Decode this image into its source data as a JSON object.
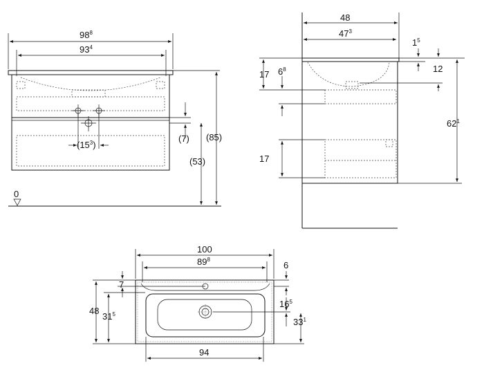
{
  "front": {
    "width_outer": {
      "main": "98",
      "sup": "8"
    },
    "width_inner": {
      "main": "93",
      "sup": "4"
    },
    "height_total": "(85)",
    "height_cabinet": "(53)",
    "drain_offset": "(7)",
    "drain_spacing": {
      "main": "(15",
      "sup": "3",
      "tail": ")"
    },
    "floor_zero": "0"
  },
  "side": {
    "depth_outer": "48",
    "depth_inner": {
      "main": "47",
      "sup": "3"
    },
    "rim_thickness": {
      "main": "1",
      "sup": "5"
    },
    "basin_depth": "17",
    "bowl_depth": {
      "main": "6",
      "sup": "8"
    },
    "overflow_offset": "12",
    "total_height": {
      "main": "62",
      "sup": "1"
    },
    "drawer_height": "17"
  },
  "top": {
    "width_outer": "100",
    "width_bowl": {
      "main": "89",
      "sup": "8"
    },
    "rear_offset": "7",
    "depth_total": "48",
    "depth_tap": {
      "main": "31",
      "sup": "5"
    },
    "right_offset": "6",
    "drain_offset": {
      "main": "16",
      "sup": "5"
    },
    "depth_bowl": {
      "main": "33",
      "sup": "1"
    },
    "width_bottom": "94"
  },
  "colors": {
    "line": "#111111",
    "background": "#ffffff"
  }
}
